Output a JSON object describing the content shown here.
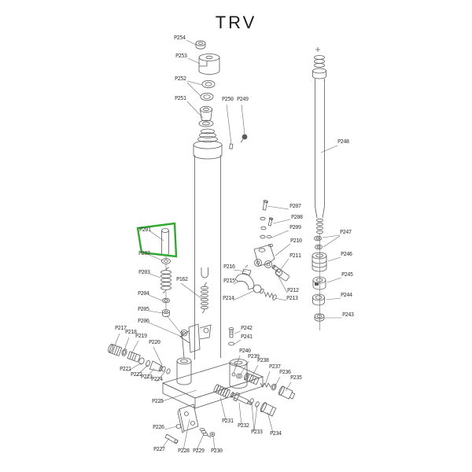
{
  "title": "TRV",
  "highlight": {
    "color": "#2faa2f",
    "part": "P201"
  },
  "labels": [
    {
      "text": "P201"
    },
    {
      "text": "P202"
    },
    {
      "text": "P203"
    },
    {
      "text": "P204"
    },
    {
      "text": "P205"
    },
    {
      "text": "P206"
    },
    {
      "text": "P207"
    },
    {
      "text": "P208"
    },
    {
      "text": "P209"
    },
    {
      "text": "P210"
    },
    {
      "text": "P211"
    },
    {
      "text": "P212"
    },
    {
      "text": "P213"
    },
    {
      "text": "P214"
    },
    {
      "text": "P215"
    },
    {
      "text": "P216"
    },
    {
      "text": "P217"
    },
    {
      "text": "P218"
    },
    {
      "text": "P219"
    },
    {
      "text": "P220"
    },
    {
      "text": "P221"
    },
    {
      "text": "P222"
    },
    {
      "text": "P223"
    },
    {
      "text": "P224"
    },
    {
      "text": "P225"
    },
    {
      "text": "P226"
    },
    {
      "text": "P227"
    },
    {
      "text": "P228"
    },
    {
      "text": "P229"
    },
    {
      "text": "P230"
    },
    {
      "text": "P231"
    },
    {
      "text": "P232"
    },
    {
      "text": "P233"
    },
    {
      "text": "P234"
    },
    {
      "text": "P235"
    },
    {
      "text": "P236"
    },
    {
      "text": "P237"
    },
    {
      "text": "P238"
    },
    {
      "text": "P239"
    },
    {
      "text": "P240"
    },
    {
      "text": "P241"
    },
    {
      "text": "P242"
    },
    {
      "text": "P243"
    },
    {
      "text": "P244"
    },
    {
      "text": "P245"
    },
    {
      "text": "P246"
    },
    {
      "text": "P247"
    },
    {
      "text": "P248"
    },
    {
      "text": "P249"
    },
    {
      "text": "P250"
    },
    {
      "text": "P251"
    },
    {
      "text": "P252"
    },
    {
      "text": "P253"
    },
    {
      "text": "P254"
    },
    {
      "text": "P162"
    }
  ]
}
